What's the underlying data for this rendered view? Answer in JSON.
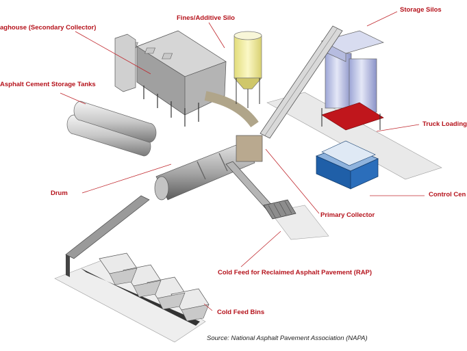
{
  "labels": {
    "baghouse": "aghouse (Secondary Collector)",
    "fines_silo": "Fines/Additive Silo",
    "storage_silos": "Storage Silos",
    "asphalt_tanks": "Asphalt Cement Storage Tanks",
    "truck_loading": "Truck Loading",
    "drum": "Drum",
    "control_center": "Control Cen",
    "primary_collector": "Primary Collector",
    "rap_feed": "Cold Feed for Reclaimed Asphalt Pavement (RAP)",
    "cold_feed_bins": "Cold Feed Bins"
  },
  "source": "Source: National Asphalt Pavement Association (NAPA)",
  "colors": {
    "label_text": "#b5121b",
    "leader": "#c0272d",
    "truck_pad": "#c0161c",
    "control_center": "#1f5fa8",
    "silo_fill": "#f3ef9c"
  }
}
